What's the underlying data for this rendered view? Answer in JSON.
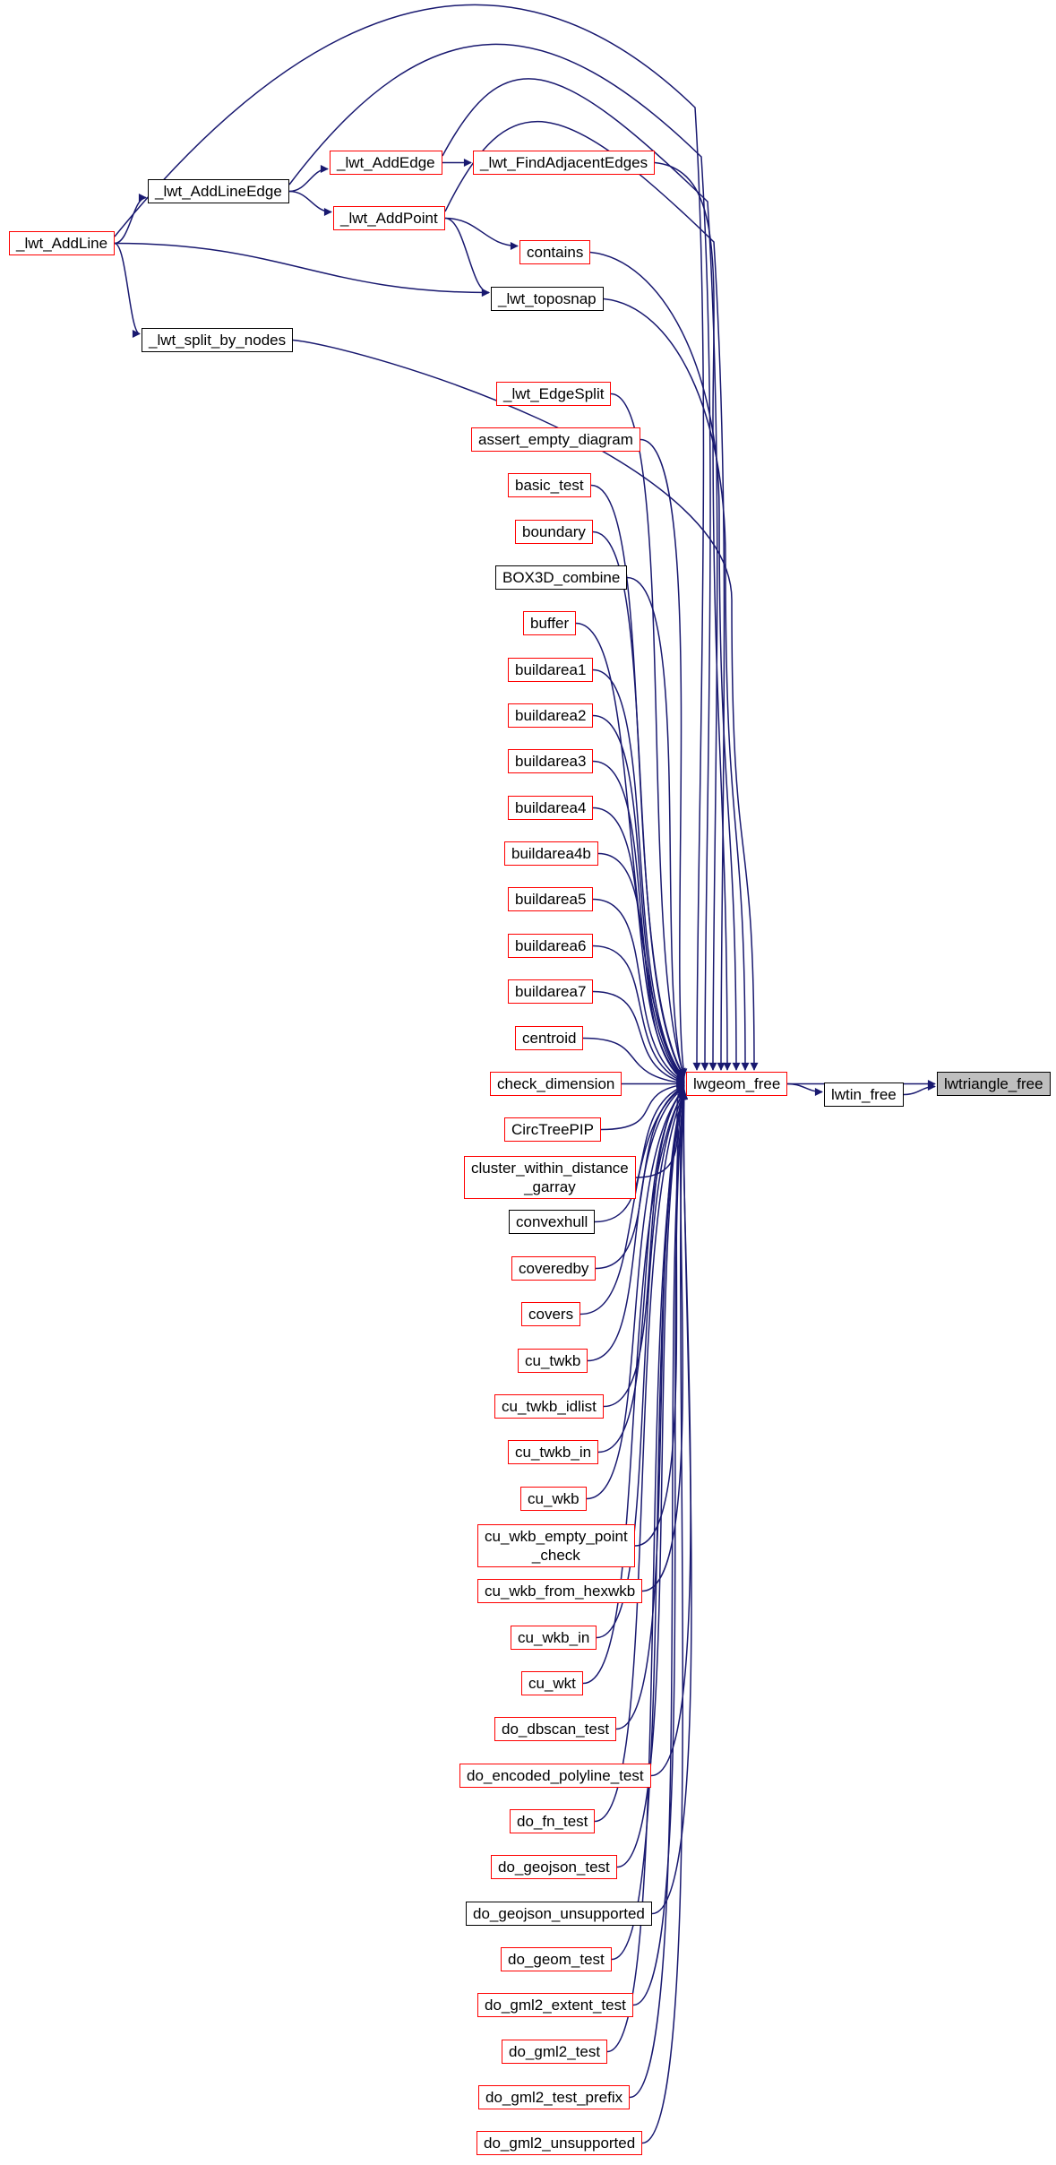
{
  "colors": {
    "edge": "#191970",
    "node_border_red": "#ff0000",
    "node_border_black": "#000000",
    "target_fill": "#bfbfbf",
    "background": "#ffffff"
  },
  "graph": {
    "type": "call-graph",
    "target_node": "lwtriangle_free",
    "nodes": [
      {
        "id": "_lwt_AddLine",
        "label": "_lwt_AddLine",
        "style": "red"
      },
      {
        "id": "_lwt_AddLineEdge",
        "label": "_lwt_AddLineEdge",
        "style": "plain"
      },
      {
        "id": "_lwt_AddEdge",
        "label": "_lwt_AddEdge",
        "style": "red"
      },
      {
        "id": "_lwt_FindAdjacentEdges",
        "label": "_lwt_FindAdjacentEdges",
        "style": "red"
      },
      {
        "id": "_lwt_AddPoint",
        "label": "_lwt_AddPoint",
        "style": "red"
      },
      {
        "id": "contains",
        "label": "contains",
        "style": "red"
      },
      {
        "id": "_lwt_toposnap",
        "label": "_lwt_toposnap",
        "style": "plain"
      },
      {
        "id": "_lwt_split_by_nodes",
        "label": "_lwt_split_by_nodes",
        "style": "plain"
      },
      {
        "id": "_lwt_EdgeSplit",
        "label": "_lwt_EdgeSplit",
        "style": "red"
      },
      {
        "id": "assert_empty_diagram",
        "label": "assert_empty_diagram",
        "style": "red"
      },
      {
        "id": "basic_test",
        "label": "basic_test",
        "style": "red"
      },
      {
        "id": "boundary",
        "label": "boundary",
        "style": "red"
      },
      {
        "id": "BOX3D_combine",
        "label": "BOX3D_combine",
        "style": "plain"
      },
      {
        "id": "buffer",
        "label": "buffer",
        "style": "red"
      },
      {
        "id": "buildarea1",
        "label": "buildarea1",
        "style": "red"
      },
      {
        "id": "buildarea2",
        "label": "buildarea2",
        "style": "red"
      },
      {
        "id": "buildarea3",
        "label": "buildarea3",
        "style": "red"
      },
      {
        "id": "buildarea4",
        "label": "buildarea4",
        "style": "red"
      },
      {
        "id": "buildarea4b",
        "label": "buildarea4b",
        "style": "red"
      },
      {
        "id": "buildarea5",
        "label": "buildarea5",
        "style": "red"
      },
      {
        "id": "buildarea6",
        "label": "buildarea6",
        "style": "red"
      },
      {
        "id": "buildarea7",
        "label": "buildarea7",
        "style": "red"
      },
      {
        "id": "centroid",
        "label": "centroid",
        "style": "red"
      },
      {
        "id": "check_dimension",
        "label": "check_dimension",
        "style": "red"
      },
      {
        "id": "CircTreePIP",
        "label": "CircTreePIP",
        "style": "red"
      },
      {
        "id": "cluster_within_distance_garray",
        "label": "cluster_within_distance",
        "label2": "_garray",
        "style": "red"
      },
      {
        "id": "convexhull",
        "label": "convexhull",
        "style": "plain"
      },
      {
        "id": "coveredby",
        "label": "coveredby",
        "style": "red"
      },
      {
        "id": "covers",
        "label": "covers",
        "style": "red"
      },
      {
        "id": "cu_twkb",
        "label": "cu_twkb",
        "style": "red"
      },
      {
        "id": "cu_twkb_idlist",
        "label": "cu_twkb_idlist",
        "style": "red"
      },
      {
        "id": "cu_twkb_in",
        "label": "cu_twkb_in",
        "style": "red"
      },
      {
        "id": "cu_wkb",
        "label": "cu_wkb",
        "style": "red"
      },
      {
        "id": "cu_wkb_empty_point_check",
        "label": "cu_wkb_empty_point",
        "label2": "_check",
        "style": "red"
      },
      {
        "id": "cu_wkb_from_hexwkb",
        "label": "cu_wkb_from_hexwkb",
        "style": "red"
      },
      {
        "id": "cu_wkb_in",
        "label": "cu_wkb_in",
        "style": "red"
      },
      {
        "id": "cu_wkt",
        "label": "cu_wkt",
        "style": "red"
      },
      {
        "id": "do_dbscan_test",
        "label": "do_dbscan_test",
        "style": "red"
      },
      {
        "id": "do_encoded_polyline_test",
        "label": "do_encoded_polyline_test",
        "style": "red"
      },
      {
        "id": "do_fn_test",
        "label": "do_fn_test",
        "style": "red"
      },
      {
        "id": "do_geojson_test",
        "label": "do_geojson_test",
        "style": "red"
      },
      {
        "id": "do_geojson_unsupported",
        "label": "do_geojson_unsupported",
        "style": "plain"
      },
      {
        "id": "do_geom_test",
        "label": "do_geom_test",
        "style": "red"
      },
      {
        "id": "do_gml2_extent_test",
        "label": "do_gml2_extent_test",
        "style": "red"
      },
      {
        "id": "do_gml2_test",
        "label": "do_gml2_test",
        "style": "red"
      },
      {
        "id": "do_gml2_test_prefix",
        "label": "do_gml2_test_prefix",
        "style": "red"
      },
      {
        "id": "do_gml2_unsupported",
        "label": "do_gml2_unsupported",
        "style": "red"
      },
      {
        "id": "lwgeom_free",
        "label": "lwgeom_free",
        "style": "red"
      },
      {
        "id": "lwtin_free",
        "label": "lwtin_free",
        "style": "plain"
      },
      {
        "id": "lwtriangle_free",
        "label": "lwtriangle_free",
        "style": "target"
      }
    ],
    "edges": [
      [
        "_lwt_AddLine",
        "_lwt_AddLineEdge"
      ],
      [
        "_lwt_AddLine",
        "_lwt_split_by_nodes"
      ],
      [
        "_lwt_AddLine",
        "_lwt_toposnap"
      ],
      [
        "_lwt_AddLine",
        "lwgeom_free"
      ],
      [
        "_lwt_AddLineEdge",
        "_lwt_AddEdge"
      ],
      [
        "_lwt_AddLineEdge",
        "_lwt_AddPoint"
      ],
      [
        "_lwt_AddLineEdge",
        "lwgeom_free"
      ],
      [
        "_lwt_AddEdge",
        "_lwt_FindAdjacentEdges"
      ],
      [
        "_lwt_AddEdge",
        "lwgeom_free"
      ],
      [
        "_lwt_FindAdjacentEdges",
        "lwgeom_free"
      ],
      [
        "_lwt_AddPoint",
        "contains"
      ],
      [
        "_lwt_AddPoint",
        "_lwt_toposnap"
      ],
      [
        "_lwt_AddPoint",
        "lwgeom_free"
      ],
      [
        "contains",
        "lwgeom_free"
      ],
      [
        "_lwt_toposnap",
        "lwgeom_free"
      ],
      [
        "_lwt_split_by_nodes",
        "lwgeom_free"
      ],
      [
        "_lwt_EdgeSplit",
        "lwgeom_free"
      ],
      [
        "assert_empty_diagram",
        "lwgeom_free"
      ],
      [
        "basic_test",
        "lwgeom_free"
      ],
      [
        "boundary",
        "lwgeom_free"
      ],
      [
        "BOX3D_combine",
        "lwgeom_free"
      ],
      [
        "buffer",
        "lwgeom_free"
      ],
      [
        "buildarea1",
        "lwgeom_free"
      ],
      [
        "buildarea2",
        "lwgeom_free"
      ],
      [
        "buildarea3",
        "lwgeom_free"
      ],
      [
        "buildarea4",
        "lwgeom_free"
      ],
      [
        "buildarea4b",
        "lwgeom_free"
      ],
      [
        "buildarea5",
        "lwgeom_free"
      ],
      [
        "buildarea6",
        "lwgeom_free"
      ],
      [
        "buildarea7",
        "lwgeom_free"
      ],
      [
        "centroid",
        "lwgeom_free"
      ],
      [
        "check_dimension",
        "lwgeom_free"
      ],
      [
        "CircTreePIP",
        "lwgeom_free"
      ],
      [
        "cluster_within_distance_garray",
        "lwgeom_free"
      ],
      [
        "convexhull",
        "lwgeom_free"
      ],
      [
        "coveredby",
        "lwgeom_free"
      ],
      [
        "covers",
        "lwgeom_free"
      ],
      [
        "cu_twkb",
        "lwgeom_free"
      ],
      [
        "cu_twkb_idlist",
        "lwgeom_free"
      ],
      [
        "cu_twkb_in",
        "lwgeom_free"
      ],
      [
        "cu_wkb",
        "lwgeom_free"
      ],
      [
        "cu_wkb_empty_point_check",
        "lwgeom_free"
      ],
      [
        "cu_wkb_from_hexwkb",
        "lwgeom_free"
      ],
      [
        "cu_wkb_in",
        "lwgeom_free"
      ],
      [
        "cu_wkt",
        "lwgeom_free"
      ],
      [
        "do_dbscan_test",
        "lwgeom_free"
      ],
      [
        "do_encoded_polyline_test",
        "lwgeom_free"
      ],
      [
        "do_fn_test",
        "lwgeom_free"
      ],
      [
        "do_geojson_test",
        "lwgeom_free"
      ],
      [
        "do_geojson_unsupported",
        "lwgeom_free"
      ],
      [
        "do_geom_test",
        "lwgeom_free"
      ],
      [
        "do_gml2_extent_test",
        "lwgeom_free"
      ],
      [
        "do_gml2_test",
        "lwgeom_free"
      ],
      [
        "do_gml2_test_prefix",
        "lwgeom_free"
      ],
      [
        "do_gml2_unsupported",
        "lwgeom_free"
      ],
      [
        "lwgeom_free",
        "lwtin_free"
      ],
      [
        "lwgeom_free",
        "lwtriangle_free"
      ],
      [
        "lwtin_free",
        "lwtriangle_free"
      ]
    ]
  }
}
